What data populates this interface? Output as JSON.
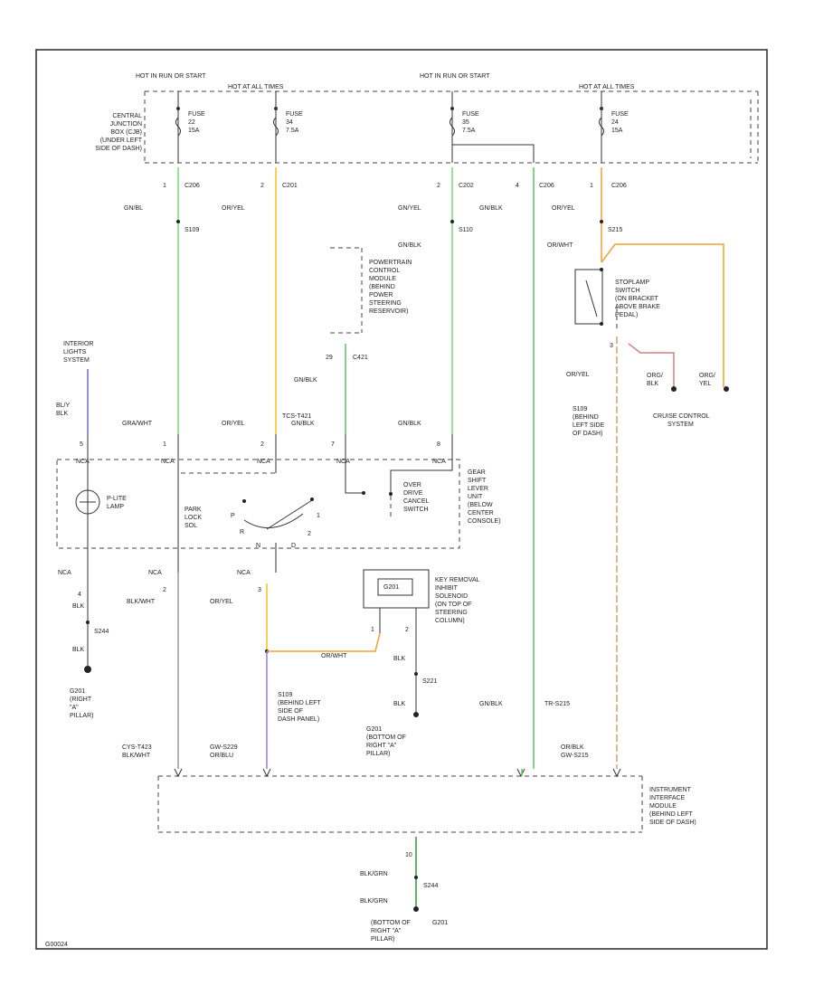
{
  "title_id": "G00024",
  "colors": {
    "gn_bl": "#7cd67c",
    "or_ye": "#f5c020",
    "gn_bk": "#5fc45f",
    "bl_ye": "#6a6ae0",
    "or_wt": "#f0a030",
    "bk_wt": "#999999",
    "or_bl": "#d4a070",
    "bk_gn": "#2e9a2e",
    "vt_or": "#a07cd0",
    "rd_lg": "#d08080"
  },
  "power": {
    "hot_run_1": "HOT IN RUN OR START",
    "hot_all_1": "HOT AT ALL TIMES",
    "hot_run_2": "HOT IN RUN OR START",
    "hot_all_2": "HOT AT ALL TIMES"
  },
  "junction_box": [
    "CENTRAL",
    "JUNCTION",
    "BOX (CJB)",
    "(UNDER LEFT",
    "SIDE OF DASH)"
  ],
  "fuses": [
    {
      "line1": "FUSE",
      "line2": "22",
      "line3": "15A"
    },
    {
      "line1": "FUSE",
      "line2": "34",
      "line3": "7.5A"
    },
    {
      "line1": "FUSE",
      "line2": "35",
      "line3": "7.5A"
    },
    {
      "line1": "FUSE",
      "line2": "24",
      "line3": "15A"
    }
  ],
  "connectors": {
    "c1_pin": "1",
    "c1": "C206",
    "c2_pin": "2",
    "c2": "C201",
    "c3_pin": "2",
    "c3": "C202",
    "c4_pin": "4",
    "c4": "C206",
    "c5_pin": "1",
    "c5": "C206"
  },
  "wires": {
    "w1": "GN/BL",
    "w2": "OR/YEL",
    "w3": "GN/YEL",
    "w4": "GN/BLK",
    "w5": "OR/YEL",
    "w6": "OR/WHT",
    "splice_1": "S109",
    "splice_2": "S110",
    "splice_3": "S215"
  },
  "pcm": [
    "POWERTRAIN",
    "CONTROL",
    "MODULE",
    "(BEHIND",
    "POWER",
    "STEERING",
    "RESERVOIR)"
  ],
  "pcm_conn": {
    "pin": "29",
    "conn": "C421",
    "wire": "GN/BLK"
  },
  "interior": {
    "label": [
      "INTERIOR",
      "LIGHTS",
      "SYSTEM"
    ],
    "wire": [
      "BL/Y",
      "BLK"
    ]
  },
  "stoplamp": {
    "label": [
      "STOPLAMP",
      "SWITCH",
      "(ON BRACKET",
      "ABOVE BRAKE",
      "PEDAL)"
    ],
    "pin3": "3",
    "wire": "OR/YEL",
    "s_label": [
      "S109",
      "(BEHIND",
      "LEFT SIDE",
      "OF DASH)"
    ],
    "org1": [
      "ORG/",
      "BLK"
    ],
    "org2": [
      "ORG/",
      "YEL"
    ],
    "cruise": [
      "CRUISE CONTROL",
      "SYSTEM"
    ]
  },
  "shift": {
    "top_wires": [
      "GRA/WHT",
      "OR/YEL",
      "GN/BLK",
      "GN/BLK"
    ],
    "tcl": "TCS-T421",
    "pins": [
      "5",
      "1",
      "2",
      "7",
      "8"
    ],
    "ncs": [
      "NCA",
      "NCA",
      "NCA",
      "NCA",
      "NCA"
    ],
    "lamp": [
      "P-LITE",
      "LAMP"
    ],
    "park": [
      "PARK",
      "LOCK",
      "SOL"
    ],
    "gear": [
      "P",
      "R",
      "N",
      "D",
      "2",
      "1"
    ],
    "od": [
      "OVER",
      "DRIVE",
      "CANCEL",
      "SWITCH"
    ],
    "label": [
      "GEAR",
      "SHIFT",
      "LEVER",
      "UNIT",
      "(BELOW",
      "CENTER",
      "CONSOLE)"
    ]
  },
  "lower_left": {
    "pin4": "4",
    "blk1": "BLK",
    "s244": "S244",
    "blk2": "BLK",
    "ground": [
      "G201",
      "(RIGHT",
      "\"A\"",
      "PILLAR)"
    ],
    "pin2": "2",
    "bk_wt": "BLK/WHT",
    "pin3": "3",
    "or_yel": "OR/YEL"
  },
  "key": {
    "box": "G201",
    "label": [
      "KEY REMOVAL",
      "INHIBIT",
      "SOLENOID",
      "(ON TOP OF",
      "STEERING",
      "COLUMN)"
    ],
    "p1": "1",
    "p2": "2",
    "orwht": "OR/WHT",
    "blk1": "BLK",
    "s221": "S221",
    "blk2": "BLK",
    "ground": [
      "G201",
      "(BOTTOM OF",
      "RIGHT \"A\"",
      "PILLAR)"
    ]
  },
  "s109b": [
    "S109",
    "(BEHIND LEFT",
    "SIDE OF",
    "DASH PANEL)"
  ],
  "mid_right": {
    "gnblk": "GN/BLK",
    "tr": "TR-S215"
  },
  "bottom_pins": {
    "a": [
      "CYS-T423",
      "BLK/WHT"
    ],
    "b": [
      "GW-S229",
      "OR/BLU"
    ],
    "c": [
      "OR/BLK",
      "GW-S215"
    ]
  },
  "ibm": [
    "INSTRUMENT",
    "INTERFACE",
    "MODULE",
    "(BEHIND LEFT",
    "SIDE OF DASH)"
  ],
  "bottom": {
    "pin": "10",
    "w1": "BLK/GRN",
    "s": "S244",
    "w2": "BLK/GRN",
    "g": [
      "(BOTTOM OF",
      "RIGHT \"A\"",
      "PILLAR)"
    ],
    "g2": "G201"
  }
}
